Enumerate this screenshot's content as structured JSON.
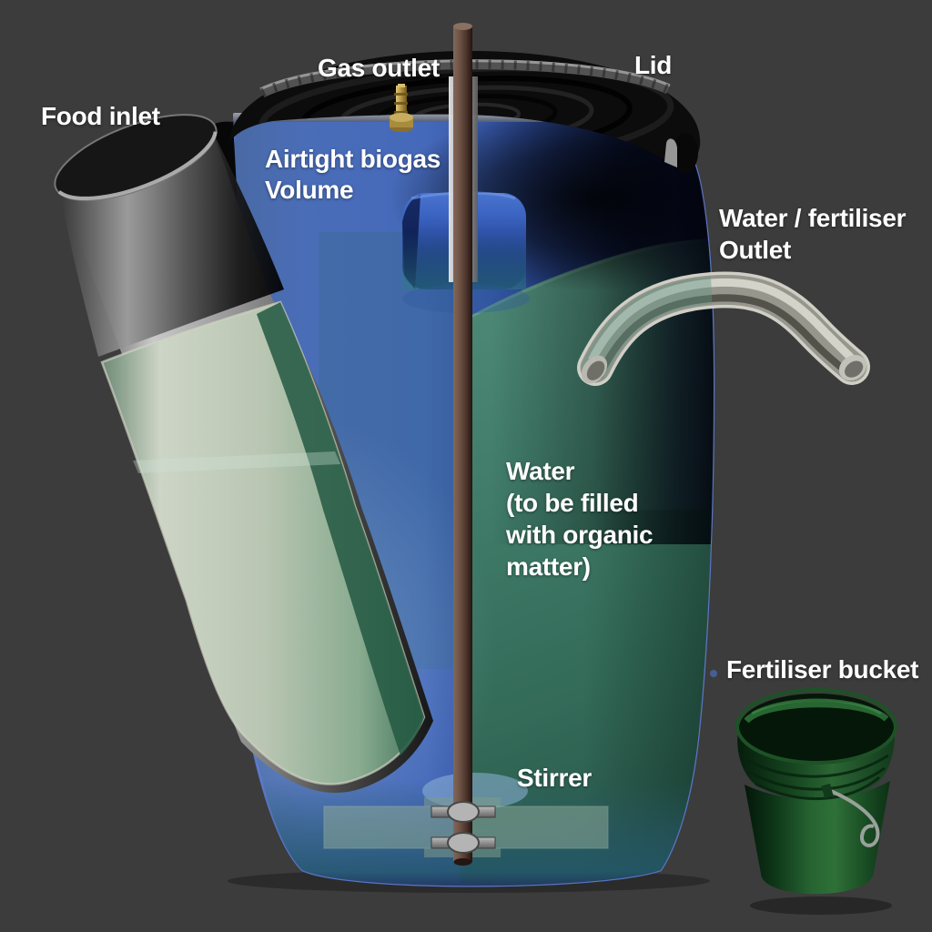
{
  "palette": {
    "background": "#3c3c3c",
    "barrel_blue": "#4a6db8",
    "barrel_edge_blue": "#5a74c4",
    "water_teal": "#3f7b6a",
    "water_light_blue": "#6e94a6",
    "lid_black": "#0c0c0c",
    "rim_gray": "#9aa0ac",
    "inlet_tube_gray": "#c9c9c9",
    "inlet_tube_interior": "#b9c6b2",
    "outlet_pipe_gray": "#98988e",
    "stirrer_rod_brown": "#6d5244",
    "gas_fitting_brass": "#c9ad5e",
    "paddle_green": "#8ca897",
    "bucket_green": "#2e6b38",
    "label_white": "#ffffff"
  },
  "labels": {
    "gas_outlet": {
      "lines": [
        "Gas outlet"
      ]
    },
    "lid": {
      "lines": [
        "Lid"
      ]
    },
    "food_inlet": {
      "lines": [
        "Food inlet"
      ]
    },
    "airtight_biogas_volume": {
      "lines": [
        "Airtight biogas",
        "Volume"
      ]
    },
    "water_fertiliser_outlet": {
      "lines": [
        "Water / fertiliser",
        "Outlet"
      ]
    },
    "water_contents": {
      "lines": [
        "Water",
        "(to be filled",
        "with organic",
        "matter)"
      ]
    },
    "stirrer": {
      "lines": [
        "Stirrer"
      ]
    },
    "fertiliser_bucket": {
      "lines": [
        "Fertiliser bucket"
      ]
    }
  }
}
